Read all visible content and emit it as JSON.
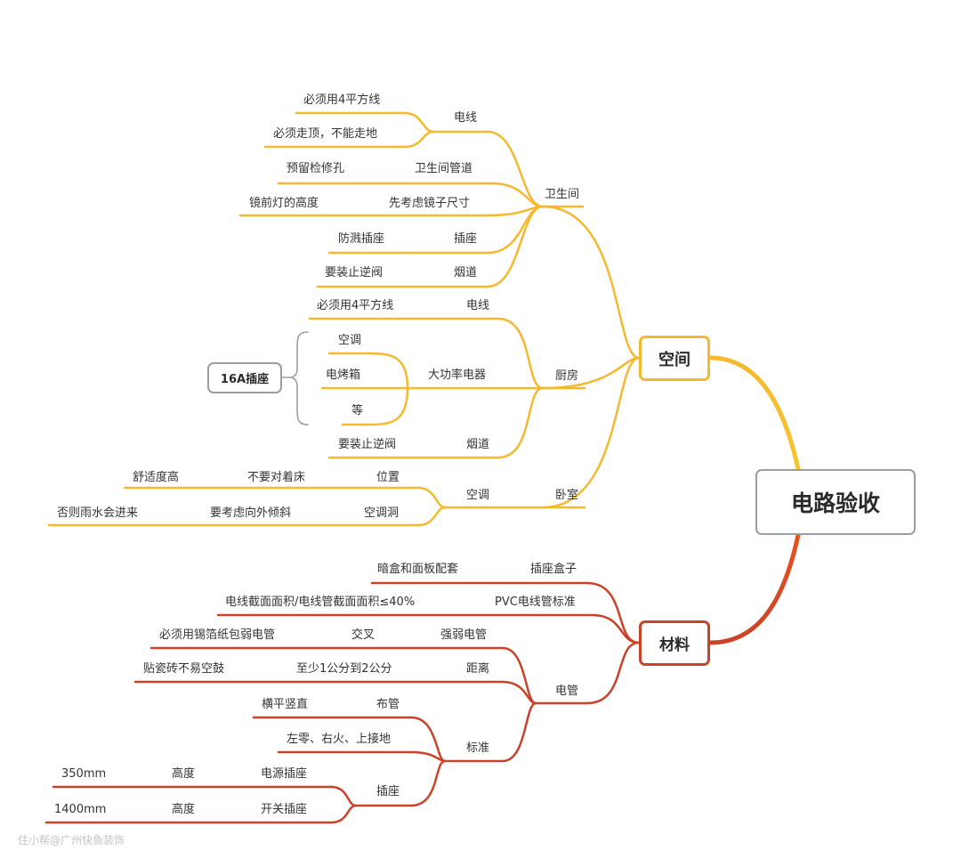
{
  "root": "电路验收",
  "space": {
    "label": "空间",
    "bathroom": {
      "label": "卫生间",
      "wire": {
        "label": "电线",
        "items": [
          "必须用4平方线",
          "必须走顶，不能走地"
        ]
      },
      "pipe": {
        "label": "卫生间管道",
        "note": "预留检修孔"
      },
      "mirror": {
        "label": "先考虑镜子尺寸",
        "note": "镜前灯的高度"
      },
      "socket": {
        "label": "插座",
        "note": "防溅插座"
      },
      "flue": {
        "label": "烟道",
        "note": "要装止逆阀"
      }
    },
    "kitchen": {
      "label": "厨房",
      "wire": {
        "label": "电线",
        "note": "必须用4平方线"
      },
      "appliance": {
        "label": "大功率电器",
        "items": [
          "空调",
          "电烤箱",
          "等"
        ],
        "summary": "16A插座"
      },
      "flue": {
        "label": "烟道",
        "note": "要装止逆阀"
      }
    },
    "bedroom": {
      "label": "卧室",
      "ac": {
        "label": "空调",
        "position": {
          "label": "位置",
          "detail": "不要对着床",
          "note": "舒适度高"
        },
        "hole": {
          "label": "空调洞",
          "detail": "要考虑向外倾斜",
          "note": "否则雨水会进来"
        }
      }
    }
  },
  "material": {
    "label": "材料",
    "socket_box": {
      "label": "插座盒子",
      "note": "暗盒和面板配套"
    },
    "pvc": {
      "label": "PVC电线管标准",
      "note": "电线截面面积/电线管截面面积≤40%"
    },
    "conduit": {
      "label": "电管",
      "strong_weak": {
        "label": "强弱电管",
        "cross": "交叉",
        "note": "必须用锡箔纸包弱电管"
      },
      "distance": {
        "label": "距离",
        "detail": "至少1公分到2公分",
        "note": "贴瓷砖不易空鼓"
      },
      "standard": {
        "label": "标准",
        "routing": {
          "label": "布管",
          "note": "横平竖直"
        },
        "wiring_note": "左零、右火、上接地",
        "socket": {
          "label": "插座",
          "power": {
            "label": "电源插座",
            "height_label": "高度",
            "value": "350mm"
          },
          "switch": {
            "label": "开关插座",
            "height_label": "高度",
            "value": "1400mm"
          }
        }
      }
    }
  },
  "watermark": "住小帮@广州快鱼装饰",
  "colors": {
    "space_branch": "#f4b92f",
    "material_branch": "#c9422a",
    "neutral": "#9a9ea3"
  }
}
